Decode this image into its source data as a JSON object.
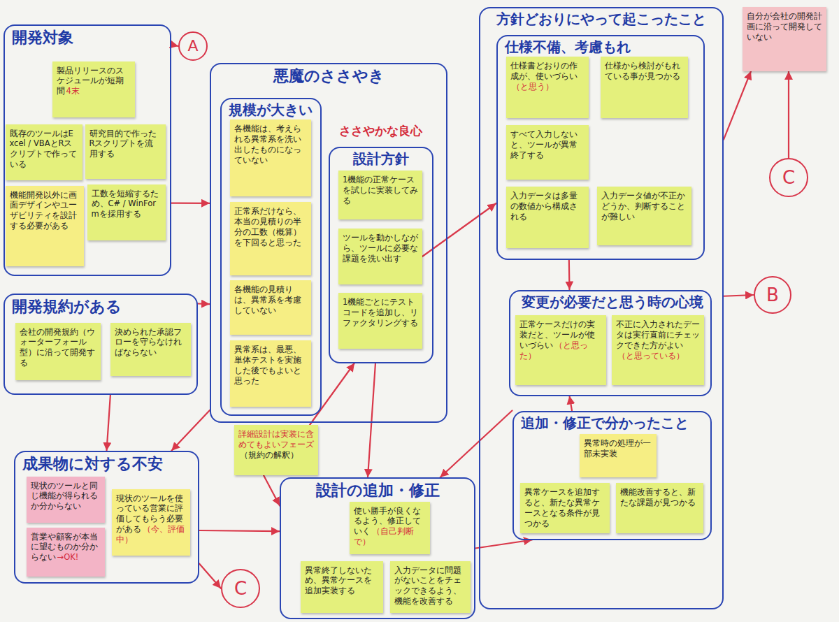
{
  "diagram": {
    "nodes": [
      {
        "text": [
          "開発対象"
        ]
      },
      {
        "text": [
          "製品リリースのスケジュールが短期間",
          "4末"
        ],
        "in": 0
      },
      {
        "text": [
          "既存のツールはExcel / VBAとRスクリプトで作っている"
        ],
        "in": 0
      },
      {
        "text": [
          "研究目的で作ったRスクリプトを流用する"
        ],
        "in": 0
      },
      {
        "text": [
          "機能開発以外に画面デザインやユーザビリティを設計する必要がある"
        ],
        "in": 0
      },
      {
        "text": [
          "工数を短縮するため、C# / WinFormを採用する"
        ],
        "in": 0
      },
      {
        "text": [
          "開発規約がある"
        ]
      },
      {
        "text": [
          "会社の開発規約（ウォーターフォール型）に沿って開発する"
        ],
        "in": 6
      },
      {
        "text": [
          "決められた承認フローを守らなければならない"
        ],
        "in": 6
      },
      {
        "text": [
          "成果物に対する不安"
        ]
      },
      {
        "text": [
          "現状のツールと同じ機能が得られるか分からない"
        ],
        "in": 9
      },
      {
        "text": [
          "営業や顧客が本当に望むものか分からない",
          "→OK!"
        ],
        "in": 9
      },
      {
        "text": [
          "現状のツールを使っている営業に評価してもらう必要がある",
          "（今、評価中）"
        ],
        "in": 9
      },
      {
        "text": [
          "悪魔のささやき"
        ]
      },
      {
        "text": [
          "規模が大きい"
        ],
        "in": 13
      },
      {
        "text": [
          "各機能は、考えられる異常系を洗い出したものになっていない"
        ],
        "in": 14
      },
      {
        "text": [
          "正常系だけなら、本当の見積りの半分の工数（概算）を下回ると思った"
        ],
        "in": 14
      },
      {
        "text": [
          "各機能の見積りは、異常系を考慮していない"
        ],
        "in": 14
      },
      {
        "text": [
          "異常系は、最悪、単体テストを実施した後でもよいと思った"
        ],
        "in": 14
      },
      {
        "text": [
          "ささやかな良心",
          "設計方針"
        ],
        "in": 13
      },
      {
        "text": [
          "1機能の正常ケースを試しに実装してみる"
        ],
        "in": 19
      },
      {
        "text": [
          "ツールを動かしながら、ツールに必要な課題を洗い出す"
        ],
        "in": 19
      },
      {
        "text": [
          "1機能ごとにテストコードを追加し、リファクタリングする"
        ],
        "in": 19
      },
      {
        "text": [
          "詳細設計は実装に含めてもよいフェーズ",
          "（規約の解釈）"
        ]
      },
      {
        "text": [
          "設計の追加・修正"
        ]
      },
      {
        "text": [
          "使い勝手が良くなるよう、修正していく",
          "（自己判断で）"
        ],
        "in": 24
      },
      {
        "text": [
          "異常終了しないため、異常ケースを追加実装する"
        ],
        "in": 24
      },
      {
        "text": [
          "入力データに問題がないことをチェックできるよう、機能を改善する"
        ],
        "in": 24
      },
      {
        "text": [
          "方針どおりにやって起こったこと"
        ]
      },
      {
        "text": [
          "仕様不備、考慮もれ"
        ],
        "in": 28
      },
      {
        "text": [
          "仕様書どおりの作成が、使いづらい",
          "（と思う）"
        ],
        "in": 29
      },
      {
        "text": [
          "仕様から検討がもれている事が見つかる"
        ],
        "in": 29
      },
      {
        "text": [
          "すべて入力しないと、ツールが異常終了する"
        ],
        "in": 29
      },
      {
        "text": [
          "入力データは多量の数値から構成される"
        ],
        "in": 29
      },
      {
        "text": [
          "入力データ値が不正かどうか、判断することが難しい"
        ],
        "in": 29
      },
      {
        "text": [
          "変更が必要だと思う時の心境"
        ],
        "in": 28
      },
      {
        "text": [
          "正常ケースだけの実装だと、ツールが使いづらい",
          "（と思った）"
        ],
        "in": 35
      },
      {
        "text": [
          "不正に入力されたデータは実行直前にチェックできた方がよい",
          "（と思っている）"
        ],
        "in": 35
      },
      {
        "text": [
          "追加・修正で分かったこと"
        ],
        "in": 28
      },
      {
        "text": [
          "異常時の処理が一部未実装"
        ],
        "in": 38
      },
      {
        "text": [
          "異常ケースを追加すると、新たな異常ケースとなる条件が見つかる"
        ],
        "in": 38
      },
      {
        "text": [
          "機能改善すると、新たな課題が見つかる"
        ],
        "in": 38
      },
      {
        "text": [
          "自分が会社の開発計画に沿って開発していない"
        ]
      },
      {
        "text": [
          "A"
        ]
      },
      {
        "text": [
          "B"
        ]
      },
      {
        "text": [
          "C"
        ]
      },
      {
        "text": [
          "C"
        ]
      }
    ],
    "edges": [
      {
        "from": 0,
        "to": 43,
        "arrow": "to"
      },
      {
        "from": 0,
        "to": 13,
        "arrow": "to"
      },
      {
        "from": 6,
        "to": 13,
        "arrow": "to"
      },
      {
        "from": 6,
        "to": 9,
        "arrow": "to"
      },
      {
        "from": 13,
        "to": 9,
        "arrow": "to"
      },
      {
        "from": 9,
        "to": 24,
        "arrow": "to"
      },
      {
        "from": 9,
        "to": 46,
        "arrow": "to"
      },
      {
        "from": 23,
        "to": 19,
        "arrow": "to"
      },
      {
        "from": 23,
        "to": 24,
        "arrow": "to"
      },
      {
        "from": 19,
        "to": 24,
        "arrow": "to"
      },
      {
        "from": 21,
        "to": 29,
        "arrow": "to"
      },
      {
        "from": 29,
        "to": 35,
        "arrow": "to"
      },
      {
        "from": 38,
        "to": 35,
        "arrow": "to"
      },
      {
        "from": 38,
        "to": 24,
        "arrow": "to"
      },
      {
        "from": 24,
        "to": 38,
        "arrow": "to"
      },
      {
        "from": 28,
        "to": 44,
        "arrow": "to"
      },
      {
        "from": 28,
        "to": 42,
        "arrow": "to"
      },
      {
        "from": 45,
        "to": 42,
        "arrow": "to"
      }
    ]
  }
}
